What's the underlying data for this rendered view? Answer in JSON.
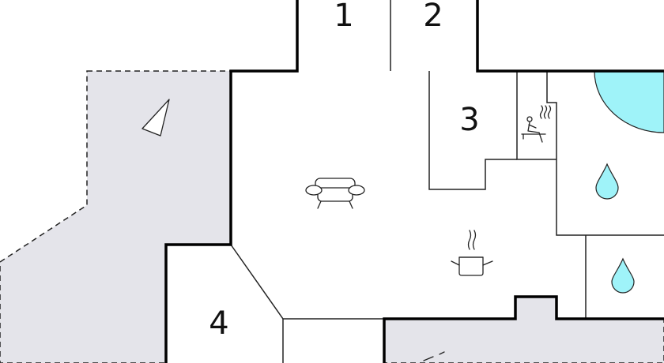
{
  "colors": {
    "wall": "#000000",
    "inner_wall": "#222222",
    "terrace_fill": "#e4e4ea",
    "terrace_border": "#222222",
    "water": "#9ff3f9",
    "icon_stroke": "#222222"
  },
  "rooms": [
    {
      "label": "1"
    },
    {
      "label": "2"
    },
    {
      "label": "3"
    },
    {
      "label": "4"
    }
  ],
  "icons": [
    {
      "name": "north-arrow-icon"
    },
    {
      "name": "sofa-icon"
    },
    {
      "name": "sauna-icon"
    },
    {
      "name": "cooking-pot-icon"
    },
    {
      "name": "water-drop-icon"
    },
    {
      "name": "water-drop-icon"
    },
    {
      "name": "pool-icon"
    }
  ]
}
